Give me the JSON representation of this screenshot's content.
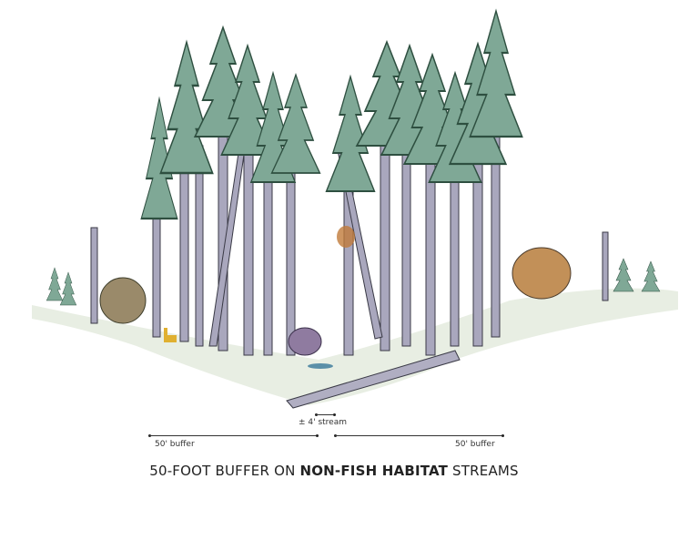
{
  "diagram": {
    "title": "50-foot buffer on non-fish habitat streams illustration",
    "caption": {
      "prefix": "50-FOOT BUFFER ON ",
      "bold": "NON-FISH HABITAT",
      "suffix": " STREAMS"
    },
    "dimensions": {
      "stream_label": "± 4' stream",
      "left_buffer_label": "50' buffer",
      "right_buffer_label": "50' buffer"
    },
    "colors": {
      "foliage": "#7fa896",
      "foliage_dark": "#3d6b57",
      "trunk": "#a9a7bd",
      "trunk_outline": "#3a3a46",
      "shrub_orange": "#c07a3a",
      "deer": "#e0b030",
      "ground": "#dfe6d8",
      "text": "#222222"
    }
  }
}
